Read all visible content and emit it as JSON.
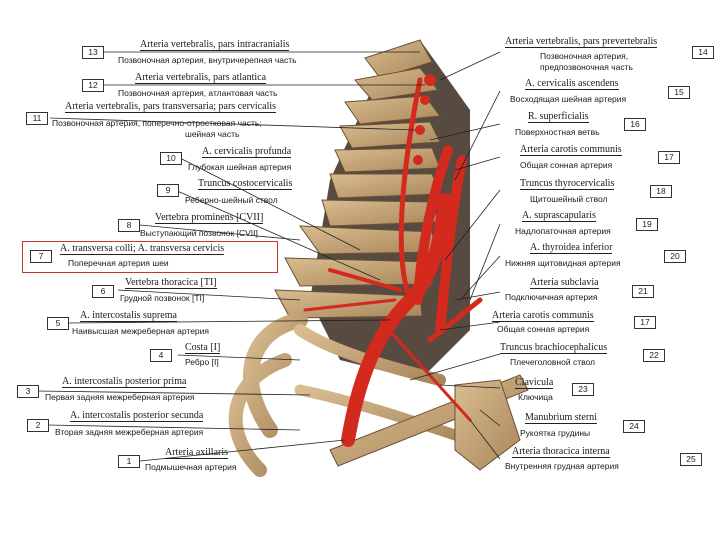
{
  "labels": [
    {
      "n": "13",
      "lat": "Arteria vertebralis, pars intracranialis",
      "ru": "Позвоночная артерия, внутричерепная часть"
    },
    {
      "n": "12",
      "lat": "Arteria vertebralis, pars atlantica",
      "ru": "Позвоночная артерия, атлантовая часть"
    },
    {
      "n": "11",
      "lat": "Arteria vertebralis, pars transversaria; pars cervicalis",
      "ru": "Позвоночная артерия, поперечно-отростковая часть;",
      "ru2": "шейная часть"
    },
    {
      "n": "10",
      "lat": "A. cervicalis profunda",
      "ru": "Глубокая шейная артерия"
    },
    {
      "n": "9",
      "lat": "Truncus costocervicalis",
      "ru": "Реберно-шейный ствол"
    },
    {
      "n": "8",
      "lat": "Vertebra prominens [CVII]",
      "ru": "Выступающий позвонок [CVII]"
    },
    {
      "n": "7",
      "lat": "A. transversa colli; A. transversa cervicis",
      "ru": "Поперечная артерия шеи"
    },
    {
      "n": "6",
      "lat": "Vertebra thoracica [TI]",
      "ru": "Грудной позвонок [TI]"
    },
    {
      "n": "5",
      "lat": "A. intercostalis suprema",
      "ru": "Наивысшая межреберная артерия"
    },
    {
      "n": "4",
      "lat": "Costa [I]",
      "ru": "Ребро [I]"
    },
    {
      "n": "3",
      "lat": "A. intercostalis posterior prima",
      "ru": "Первая задняя межреберная артерия"
    },
    {
      "n": "2",
      "lat": "A. intercostalis posterior secunda",
      "ru": "Вторая задняя межреберная артерия"
    },
    {
      "n": "1",
      "lat": "Arteria axillaris",
      "ru": "Подмышечная артерия"
    },
    {
      "n": "14",
      "lat": "Arteria vertebralis, pars prevertebralis",
      "ru": "Позвоночная артерия,",
      "ru2": "предпозвоночная часть"
    },
    {
      "n": "15",
      "lat": "A. cervicalis ascendens",
      "ru": "Восходящая шейная артерия"
    },
    {
      "n": "16",
      "lat": "R. superficialis",
      "ru": "Поверхностная ветвь"
    },
    {
      "n": "17",
      "lat": "Arteria carotis communis",
      "ru": "Общая сонная артерия"
    },
    {
      "n": "18",
      "lat": "Truncus thyrocervicalis",
      "ru": "Щитошейный ствол"
    },
    {
      "n": "19",
      "lat": "A. suprascapularis",
      "ru": "Надлопаточная артерия"
    },
    {
      "n": "20",
      "lat": "A. thyroidea inferior",
      "ru": "Нижняя щитовидная артерия"
    },
    {
      "n": "21",
      "lat": "Arteria subclavia",
      "ru": "Подключичная артерия"
    },
    {
      "n": "17",
      "lat": "Arteria carotis communis",
      "ru": "Общая сонная артерия"
    },
    {
      "n": "22",
      "lat": "Truncus brachiocephalicus",
      "ru": "Плечеголовной ствол"
    },
    {
      "n": "23",
      "lat": "Clavicula",
      "ru": "Ключица"
    },
    {
      "n": "24",
      "lat": "Manubrium sterni",
      "ru": "Рукоятка грудины"
    },
    {
      "n": "25",
      "lat": "Arteria thoracica interna",
      "ru": "Внутренняя грудная артерия"
    }
  ],
  "colors": {
    "artery": "#d42a1e",
    "bone": "#c4a57a",
    "highlight": "#c0392b"
  }
}
